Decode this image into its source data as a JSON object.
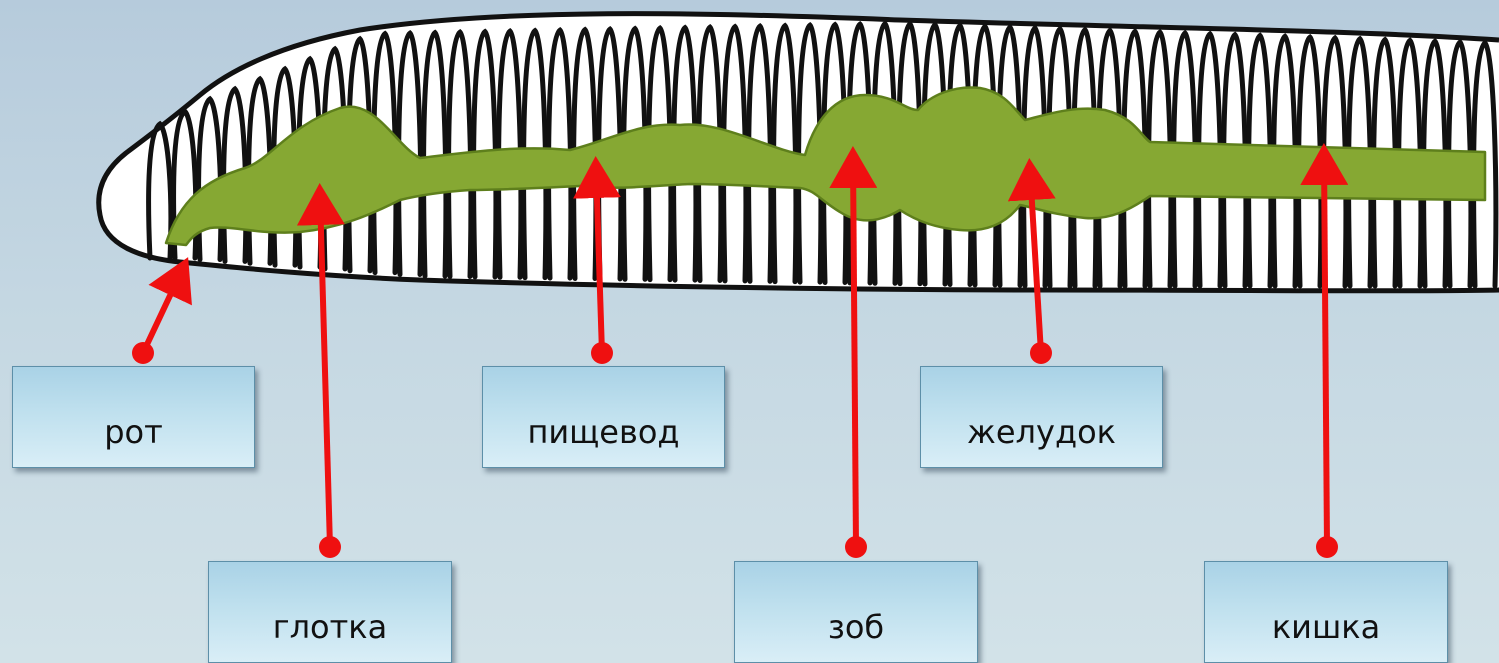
{
  "labels": {
    "rot": "рот",
    "glotka": "глотка",
    "pishchevod": "пищевод",
    "zob": "зоб",
    "zheludok": "желудок",
    "kishka": "кишка"
  },
  "colors": {
    "background_top": "#b6cbdc",
    "background_bottom": "#d2e2e8",
    "gut": "#86a833",
    "gut_outline": "#5e7f1c",
    "arrow": "#ef1010",
    "body_outline": "#111111",
    "label_fill": "#bfe0ee"
  }
}
